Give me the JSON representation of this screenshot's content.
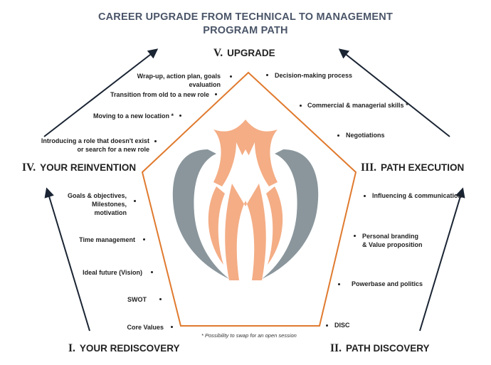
{
  "title": {
    "line1": "CAREER UPGRADE FROM TECHNICAL TO MANAGEMENT",
    "line2": "PROGRAM PATH"
  },
  "phases": [
    {
      "num": "V.",
      "label": "UPGRADE"
    },
    {
      "num": "IV.",
      "label": "YOUR REINVENTION"
    },
    {
      "num": "III.",
      "label": "PATH EXECUTION"
    },
    {
      "num": "I.",
      "label": "YOUR REDISCOVERY"
    },
    {
      "num": "II.",
      "label": "PATH DISCOVERY"
    }
  ],
  "items": {
    "upgrade_left": [
      "Wrap-up, action plan, goals evaluation",
      "Transition from old to a new role",
      "Moving to a new location *",
      "Introducing a role that doesn't exist or search for a new role"
    ],
    "upgrade_right": [
      "Decision-making process",
      "Commercial & managerial skills *",
      "Negotiations"
    ],
    "reinvention": [
      "Goals & objectives, Milestones, motivation",
      "Time management",
      "Ideal future (Vision)",
      "SWOT",
      "Core Values"
    ],
    "execution": [
      "Influencing & communication",
      "Personal branding & Value proposition",
      "Powerbase and politics",
      "DISC"
    ]
  },
  "footnote": "* Possibility to swap for an open session",
  "colors": {
    "pentagon": "#e07a2e",
    "logo_peach": "#f4ad85",
    "logo_gray": "#8a969c",
    "arrow": "#1a2433",
    "title": "#4a5568"
  }
}
